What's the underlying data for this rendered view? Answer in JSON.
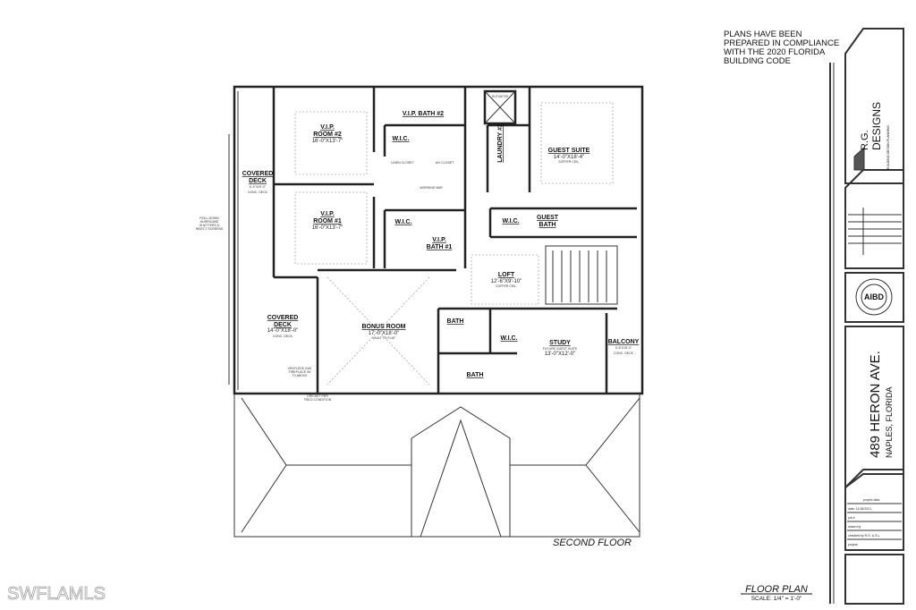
{
  "compliance_note": [
    "PLANS HAVE BEEN",
    "PREPARED IN COMPLIANCE",
    "WITH THE 2020 FLORIDA",
    "BUILDING CODE"
  ],
  "rooms": {
    "vip_room_2": {
      "name1": "V.I.P.",
      "name2": "ROOM #2",
      "dims": "16'-0\"X13'-7\""
    },
    "vip_bath_2": {
      "name": "V.I.P. BATH #2"
    },
    "wic_2": {
      "name": "W.I.C."
    },
    "linen": {
      "name": "LINEN CLOSET"
    },
    "av": {
      "name": "A/V CLOSET"
    },
    "elevator": {
      "name": "ELEVATOR"
    },
    "laundry_2": {
      "name": "LAUNDRY #2"
    },
    "guest_suite": {
      "name": "GUEST SUITE",
      "dims": "14'-0\"X18'-4\"",
      "ceil": "COFFER CEIL."
    },
    "covered_deck_1": {
      "name1": "COVERED",
      "name2": "DECK",
      "dims": "6'-4\"X29'-0\"",
      "note": "CONC. DECK"
    },
    "roll_down": [
      "ROLL-DOWN",
      "HURRICANE",
      "SHUTTERS &",
      "INSECT SCREENS"
    ],
    "vip_room_1": {
      "name1": "V.I.P.",
      "name2": "ROOM #1",
      "dims": "16'-0\"X13'-7\""
    },
    "wic_1": {
      "name": "W.I.C."
    },
    "vip_bath_1": {
      "name1": "V.I.P.",
      "name2": "BATH #1"
    },
    "guest_wic": {
      "name": "W.I.C."
    },
    "guest_bath": {
      "name1": "GUEST",
      "name2": "BATH"
    },
    "working_bar": {
      "name": "WORKING BAR"
    },
    "loft": {
      "name": "LOFT",
      "dims": "12'-6\"X9'-10\"",
      "ceil": "COFFER CEIL."
    },
    "covered_deck_2": {
      "name1": "COVERED",
      "name2": "DECK",
      "dims": "14'-0\"X18'-0\"",
      "note": "CONC. DECK"
    },
    "fireplace": [
      "VENTLESS GAS",
      "FIREPLACE W/",
      "TV ABOVE"
    ],
    "cricket": [
      "CRICKET PER",
      "FIELD CONDITION"
    ],
    "bonus_room": {
      "name": "BONUS ROOM",
      "dims": "17'-0\"X18'-0\"",
      "note": "VAULT TO FLAT"
    },
    "bath_a": {
      "name": "BATH"
    },
    "wic_study": {
      "name": "W.I.C."
    },
    "study": {
      "name": "STUDY",
      "sub": "FUTURE GUEST SUITE",
      "dims": "13'-0\"X12'-0\""
    },
    "balcony": {
      "name": "BALCONY",
      "dims": "5'-8\"X15'-0\"",
      "note": "CONC. DECK"
    },
    "bath_b": {
      "name": "BATH"
    }
  },
  "sheet": {
    "floor_label": "SECOND FLOOR",
    "title": "FLOOR PLAN",
    "scale": "SCALE: 1/4\" = 1'-0\""
  },
  "title_block": {
    "firm_line1": "R.G.",
    "firm_line2": "DESIGNS",
    "firm_sub": "BUILDING DESIGN PLANNING",
    "address": "489 HERON AVE.",
    "city": "NAPLES, FLORIDA",
    "project_data_title": "project data",
    "date": "date: 11/18/2021",
    "job": "job #",
    "drawn_by": "drawn by",
    "checked_by": "checked by  R.G. & S.L.",
    "project": "project:",
    "seal_letters": "AIBD"
  },
  "watermark": "SWFLAMLS"
}
